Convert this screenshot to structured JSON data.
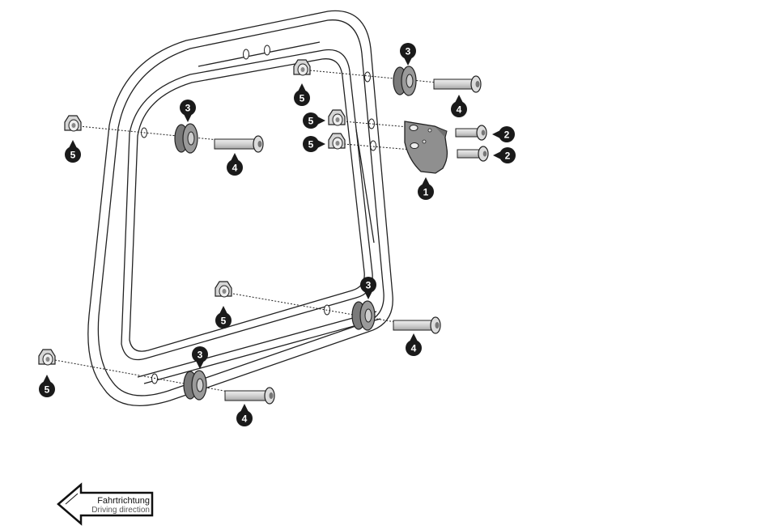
{
  "direction": {
    "line1": "Fahrtrichtung",
    "line2": "Driving direction"
  },
  "callouts": {
    "bracket": "1",
    "short_bolt": "2",
    "spacer": "3",
    "long_bolt": "4",
    "nut": "5"
  },
  "colors": {
    "marker": "#1a1a1a",
    "part_fill": "#b8b8b8",
    "part_dark": "#6a6a6a",
    "outline": "#333333"
  }
}
